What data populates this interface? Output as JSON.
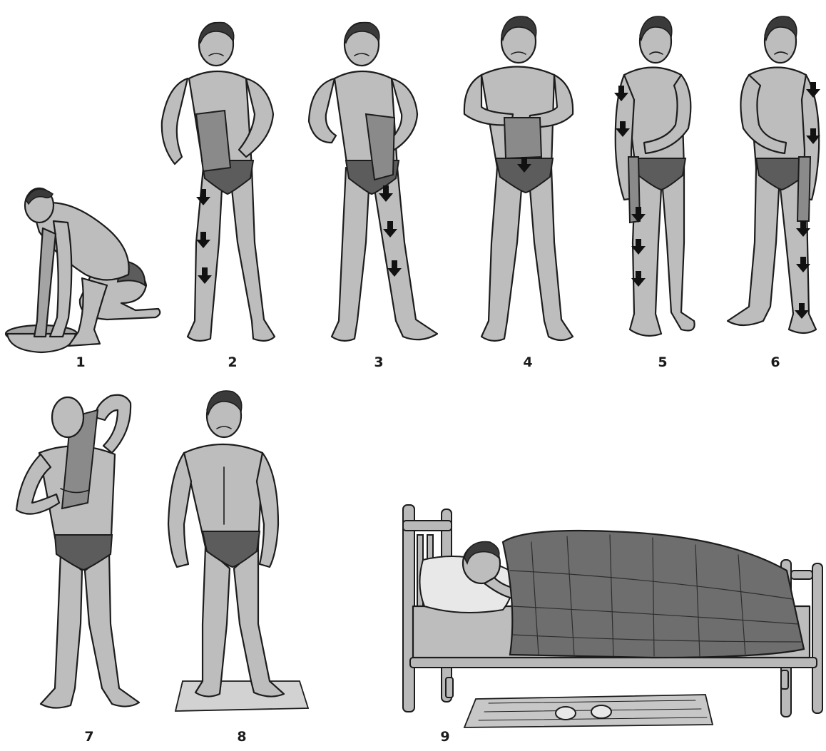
{
  "steps": [
    {
      "id": 1,
      "label": "1"
    },
    {
      "id": 2,
      "label": "2"
    },
    {
      "id": 3,
      "label": "3"
    },
    {
      "id": 4,
      "label": "4"
    },
    {
      "id": 5,
      "label": "5"
    },
    {
      "id": 6,
      "label": "6"
    },
    {
      "id": 7,
      "label": "7"
    },
    {
      "id": 8,
      "label": "8"
    },
    {
      "id": 9,
      "label": "9"
    }
  ],
  "icons": {
    "step1": "man-kneeling-at-basin-illustration",
    "step2": "man-rubbing-left-leg-with-towel-illustration",
    "step3": "man-rubbing-right-leg-with-towel-illustration",
    "step4": "man-rubbing-abdomen-with-towel-illustration",
    "step5": "man-rubbing-right-side-with-towel-illustration",
    "step6": "man-rubbing-left-side-with-towel-illustration",
    "step7": "man-rubbing-back-with-towel-illustration",
    "step8": "man-standing-on-mat-illustration",
    "step9": "man-resting-in-bed-illustration"
  }
}
